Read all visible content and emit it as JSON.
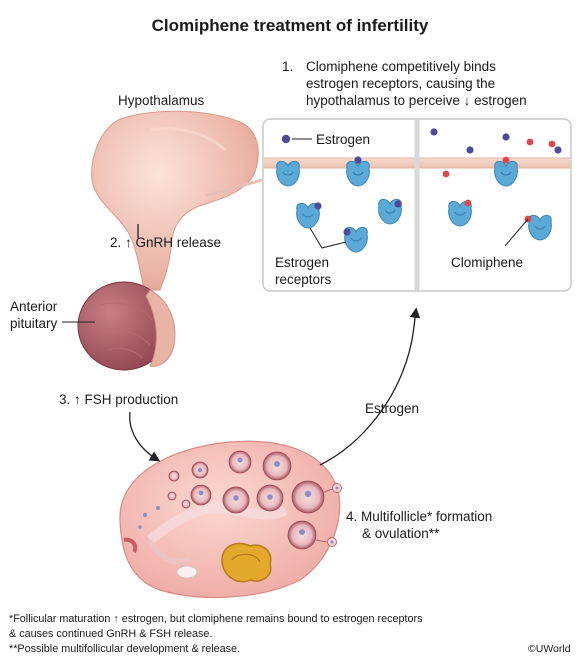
{
  "title": "Clomiphene treatment of infertility",
  "step1": {
    "number": "1.",
    "lines": [
      "Clomiphene competitively binds",
      "estrogen receptors, causing the",
      "hypothalamus to perceive ↓ estrogen"
    ]
  },
  "labels": {
    "hypothalamus": "Hypothalamus",
    "gnrh": "2. ↑ GnRH release",
    "anterior_pituitary": [
      "Anterior",
      "pituitary"
    ],
    "fsh": "3. ↑ FSH production",
    "estrogen_arrow": "Estrogen",
    "multifollicle": [
      "4. Multifollicle* formation",
      "& ovulation**"
    ]
  },
  "inset": {
    "estrogen_legend": "Estrogen",
    "receptors": [
      "Estrogen",
      "receptors"
    ],
    "clomiphene": "Clomiphene"
  },
  "colors": {
    "estrogen": "#4e4a9a",
    "clomiphene": "#e0474c",
    "receptor": "#5aa9d6",
    "tissue": "#f1c6bc",
    "ovary": "#f4bcb6"
  },
  "footnotes": [
    "*Follicular maturation ↑ estrogen, but clomiphene remains bound to estrogen receptors",
    "& causes continued GnRH & FSH release.",
    "**Possible multifollicular development & release."
  ],
  "copyright": "©UWorld"
}
